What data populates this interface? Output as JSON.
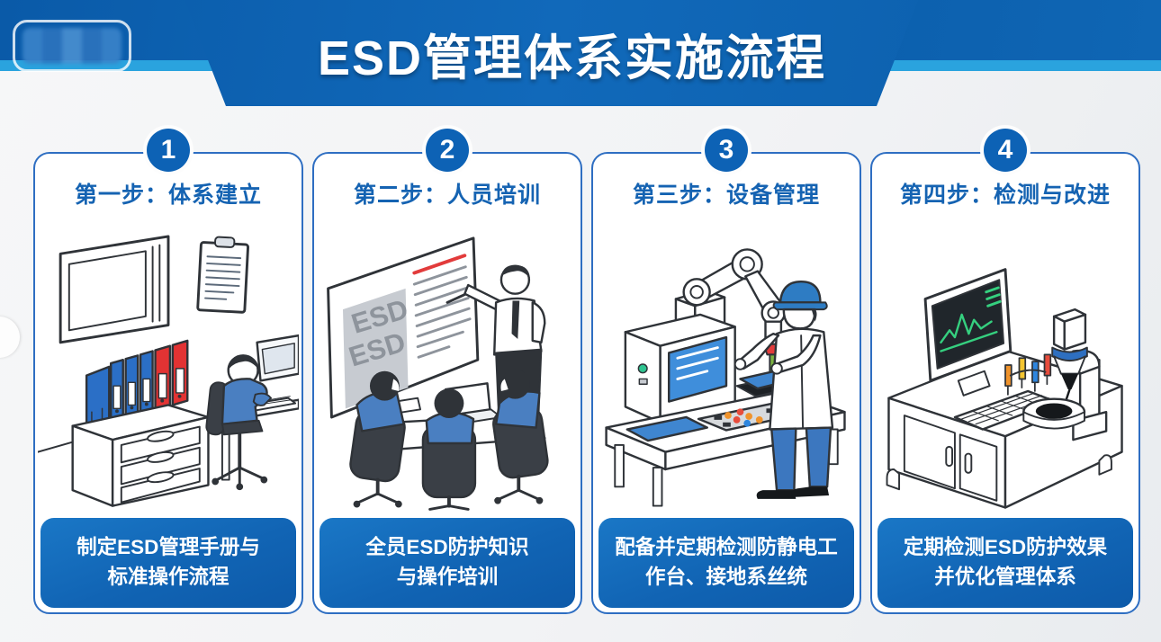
{
  "header": {
    "title": "ESD管理体系实施流程"
  },
  "steps": [
    {
      "number": "1",
      "title": "第一步：体系建立",
      "desc_lines": [
        "制定ESD管理手册与",
        "标准操作流程"
      ]
    },
    {
      "number": "2",
      "title": "第二步：人员培训",
      "desc_lines": [
        "全员ESD防护知识",
        "与操作培训"
      ]
    },
    {
      "number": "3",
      "title": "第三步：设备管理",
      "desc_lines": [
        "配备并定期检测防静电工",
        "作台、接地系丝统"
      ]
    },
    {
      "number": "4",
      "title": "第四步：检测与改进",
      "desc_lines": [
        "定期检测ESD防护效果",
        "并优化管理体系"
      ]
    }
  ],
  "illustration2": {
    "board_label_1": "ESD",
    "board_label_2": "ESD"
  },
  "colors": {
    "header_blue": "#0d62b0",
    "stripe_light_blue": "#2aa3de",
    "card_border_blue": "#2e6ec2",
    "badge_blue": "#0d62b5",
    "footer_blue": "#1164b4",
    "step_title_blue": "#1563b2",
    "accent_red": "#e23b3b",
    "accent_green": "#35d07f",
    "background_gray": "#f2f3f5"
  }
}
